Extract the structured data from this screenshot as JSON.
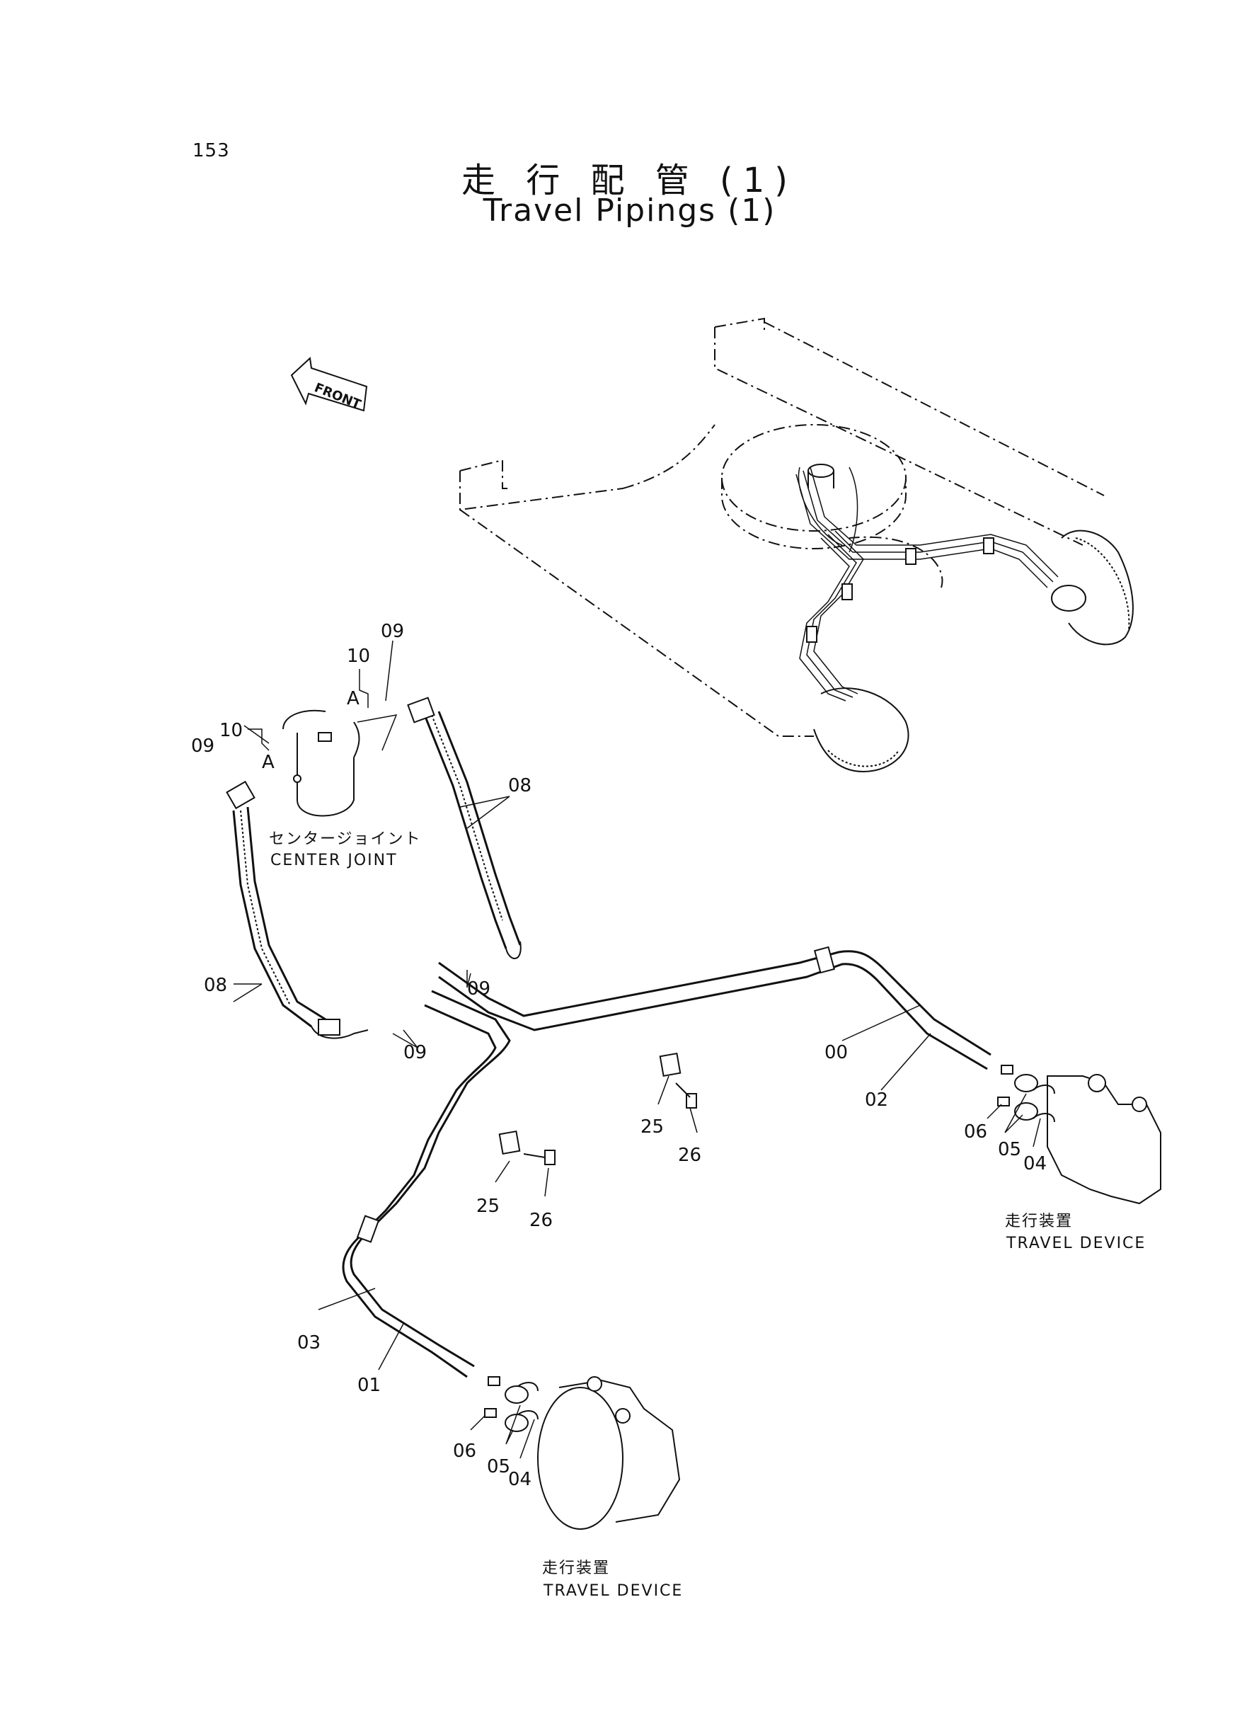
{
  "page": {
    "number": "153"
  },
  "title": {
    "japanese": "走 行 配 管 (1)",
    "english": "Travel Pipings (1)"
  },
  "direction": {
    "label": "FRONT"
  },
  "components": {
    "center_joint": {
      "japanese": "センタージョイント",
      "english": "CENTER JOINT"
    },
    "travel_device_right": {
      "japanese": "走行装置",
      "english": "TRAVEL DEVICE"
    },
    "travel_device_left": {
      "japanese": "走行装置",
      "english": "TRAVEL DEVICE"
    }
  },
  "part_labels": {
    "p00": "00",
    "p01": "01",
    "p02": "02",
    "p03": "03",
    "p04_right": "04",
    "p04_left": "04",
    "p05_right": "05",
    "p05_left": "05",
    "p06_right": "06",
    "p06_left": "06",
    "p08_right": "08",
    "p08_left": "08",
    "p09_top": "09",
    "p09_left": "09",
    "p09_mid": "09",
    "p09_low": "09",
    "p10_top": "10",
    "p10_left": "10",
    "pA_top": "A",
    "pA_left": "A",
    "p25_left": "25",
    "p25_right": "25",
    "p26_left": "26",
    "p26_right": "26"
  }
}
